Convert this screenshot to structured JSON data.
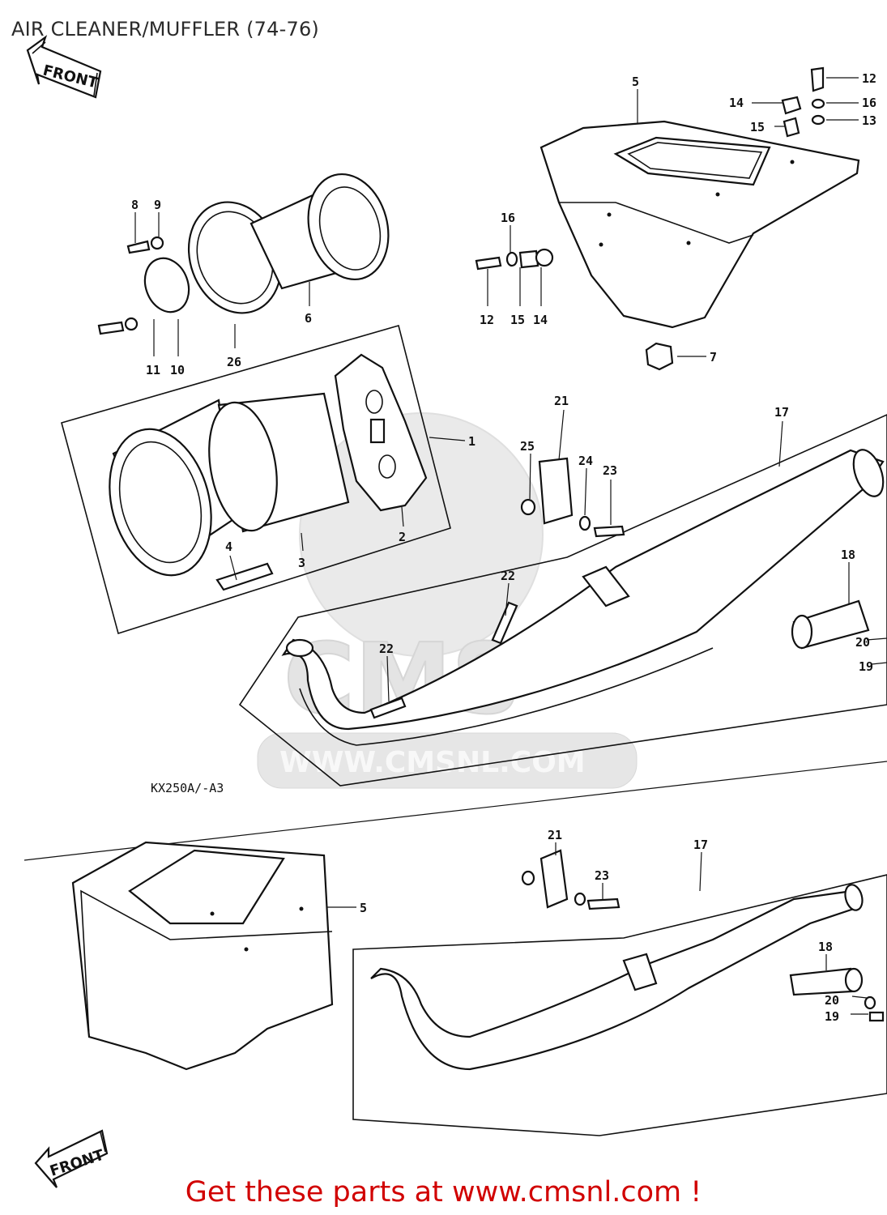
{
  "title": "AIR CLEANER/MUFFLER (74-76)",
  "front_label": "FRONT",
  "model_label": "KX250A/-A3",
  "watermark_text": "CMS",
  "watermark_url": "WWW.CMSNL.COM",
  "footer_text": "Get these parts at www.cmsnl.com !",
  "footer_color": "#d10000",
  "labels_top": {
    "c1": "1",
    "c2": "2",
    "c3": "3",
    "c4": "4",
    "c5": "5",
    "c6": "6",
    "c7": "7",
    "c8": "8",
    "c9": "9",
    "c10": "10",
    "c11": "11",
    "c12a": "12",
    "c12b": "12",
    "c13": "13",
    "c14a": "14",
    "c14b": "14",
    "c15a": "15",
    "c15b": "15",
    "c16a": "16",
    "c16b": "16",
    "c17": "17",
    "c18": "18",
    "c19": "19",
    "c20": "20",
    "c21": "21",
    "c22a": "22",
    "c22b": "22",
    "c23": "23",
    "c24": "24",
    "c25": "25",
    "c26": "26"
  },
  "labels_bottom": {
    "b5": "5",
    "b17": "17",
    "b18": "18",
    "b19": "19",
    "b20": "20",
    "b21": "21",
    "b23": "23"
  }
}
